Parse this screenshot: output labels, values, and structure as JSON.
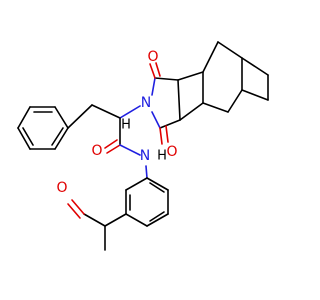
{
  "molecule": {
    "atoms": {
      "o1": "O",
      "o2": "O",
      "n_imide": "N",
      "o_amide": "O",
      "n_amide": "N",
      "h_amide": "H",
      "o_acetyl": "O"
    }
  },
  "colors": {
    "oxygen": "#e00000",
    "nitrogen": "#2020e0",
    "carbon": "#000000"
  }
}
